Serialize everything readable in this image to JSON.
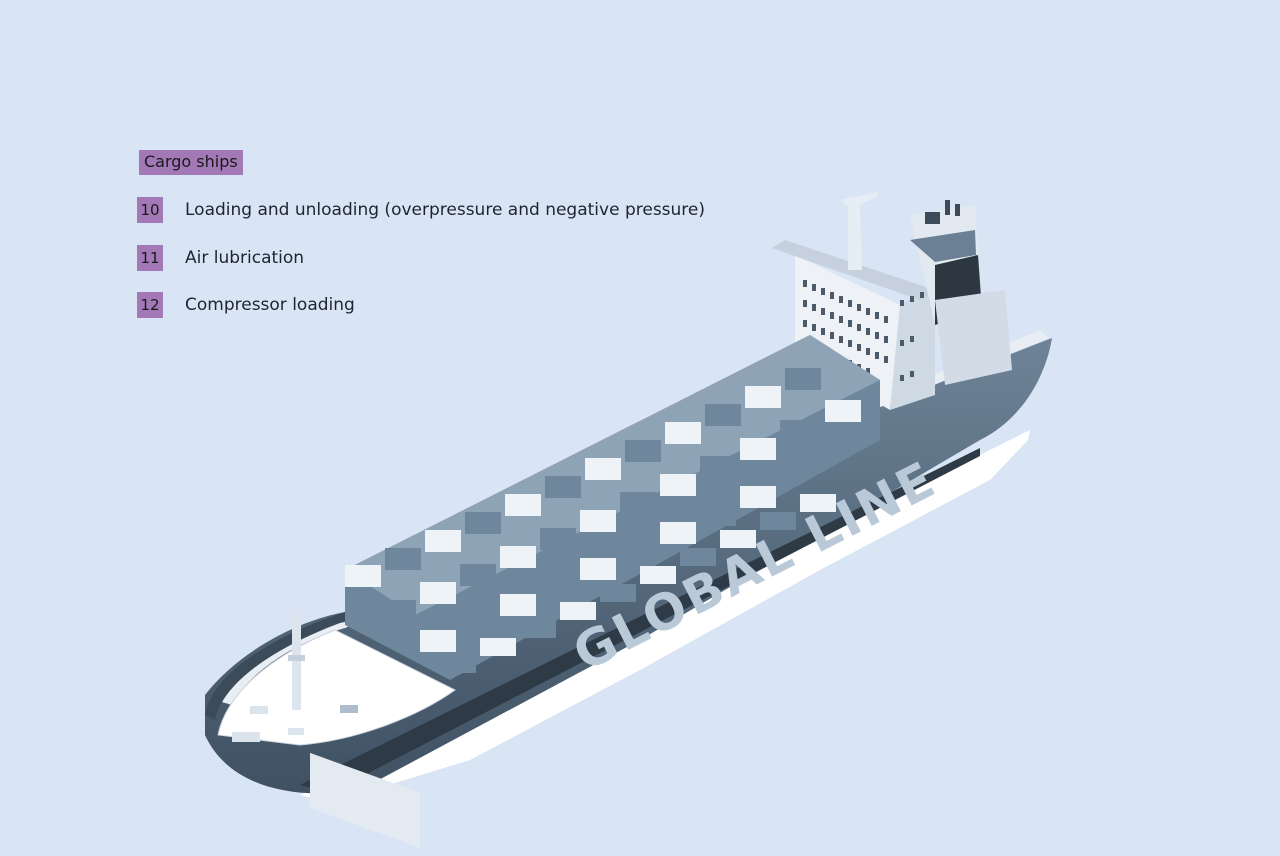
{
  "header": {
    "category": "Cargo ships"
  },
  "legend": [
    {
      "number": "10",
      "label": "Loading and unloading (overpressure and negative pressure)"
    },
    {
      "number": "11",
      "label": "Air lubrication"
    },
    {
      "number": "12",
      "label": "Compressor loading"
    }
  ],
  "ship": {
    "hull_text": "GLOBAL LINE",
    "colors": {
      "background": "#d9e4f4",
      "accent": "#a279b6",
      "hull": "#4f6478",
      "container_dark": "#6f879c",
      "container_light": "#eef3f8"
    }
  }
}
